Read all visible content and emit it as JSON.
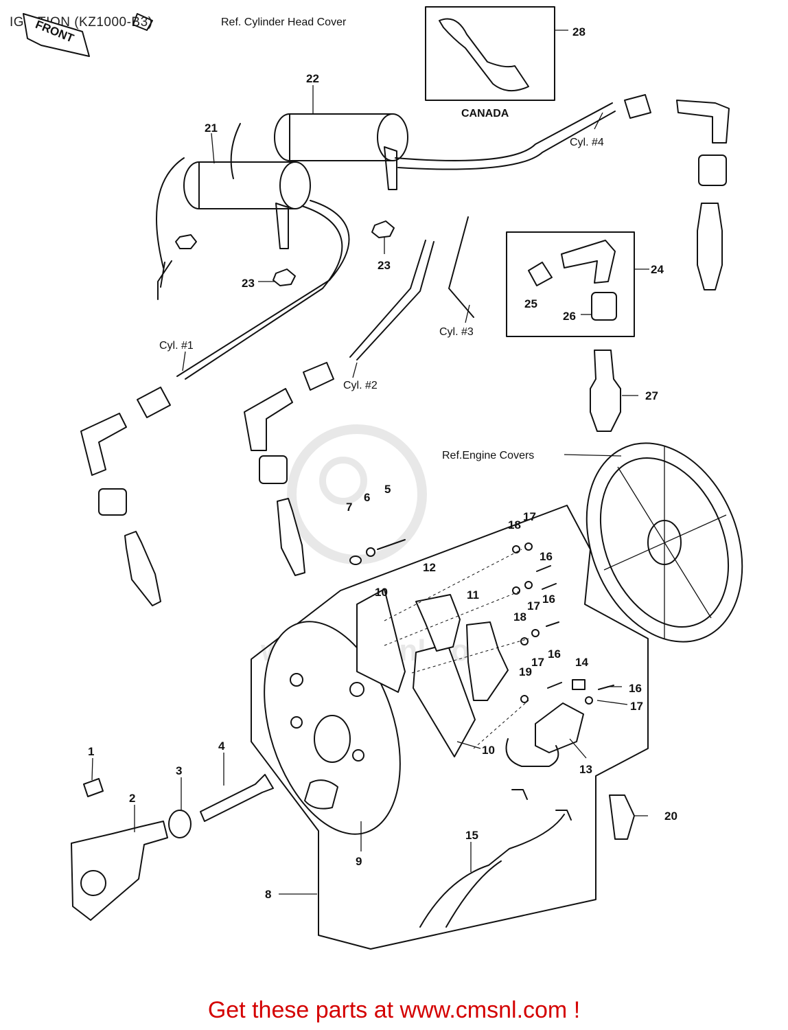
{
  "title": "IGNITION (KZ1000-B3)",
  "footer": "Get these parts at www.cmsnl.com !",
  "watermark": "www.cmsnl.com",
  "front_badge": "FRONT",
  "refs": {
    "cylinder_head_cover": "Ref. Cylinder Head Cover",
    "engine_covers": "Ref.Engine Covers",
    "canada": "CANADA"
  },
  "cylinders": {
    "cyl1": "Cyl. #1",
    "cyl2": "Cyl. #2",
    "cyl3": "Cyl. #3",
    "cyl4": "Cyl. #4"
  },
  "parts": {
    "p1": "1",
    "p2": "2",
    "p3": "3",
    "p4": "4",
    "p5": "5",
    "p6": "6",
    "p7": "7",
    "p8": "8",
    "p9": "9",
    "p10a": "10",
    "p10b": "10",
    "p11": "11",
    "p12": "12",
    "p13": "13",
    "p14": "14",
    "p15": "15",
    "p16a": "16",
    "p16b": "16",
    "p16c": "16",
    "p16d": "16",
    "p17a": "17",
    "p17b": "17",
    "p17c": "17",
    "p17d": "17",
    "p18a": "18",
    "p18b": "18",
    "p19": "19",
    "p20": "20",
    "p21": "21",
    "p22": "22",
    "p23a": "23",
    "p23b": "23",
    "p24": "24",
    "p25": "25",
    "p26": "26",
    "p27": "27",
    "p28": "28"
  },
  "colors": {
    "ink": "#111111",
    "footer": "#d40000",
    "watermark": "#d6d6d6"
  }
}
